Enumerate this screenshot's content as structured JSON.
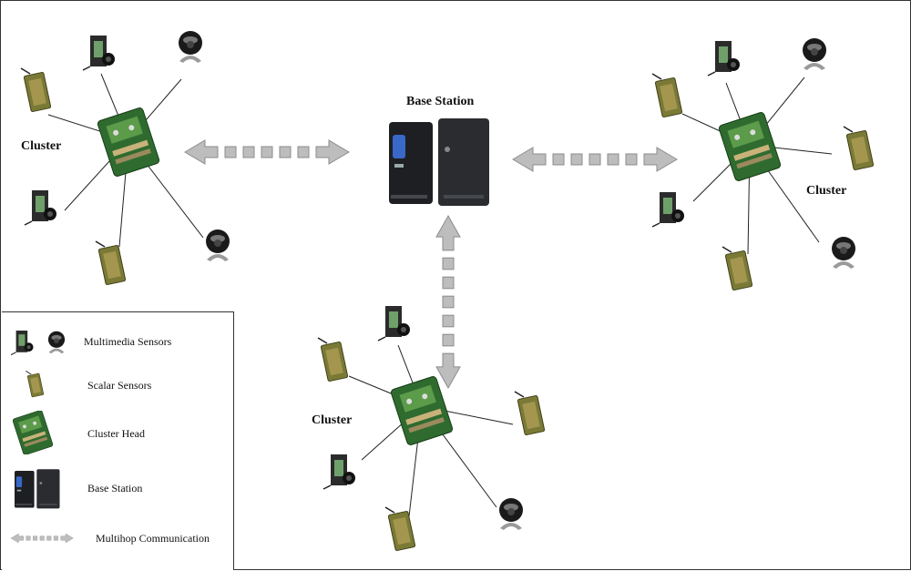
{
  "base_station": {
    "label": "Base Station"
  },
  "clusters": [
    {
      "id": "top-left",
      "label": "Cluster"
    },
    {
      "id": "right",
      "label": "Cluster"
    },
    {
      "id": "bottom",
      "label": "Cluster"
    }
  ],
  "legend": {
    "items": [
      {
        "icon": "multimedia-sensor-icons",
        "label": "Multimedia Sensors"
      },
      {
        "icon": "scalar-sensor-icon",
        "label": "Scalar Sensors"
      },
      {
        "icon": "cluster-head-icon",
        "label": "Cluster Head"
      },
      {
        "icon": "base-station-icon",
        "label": "Base Station"
      },
      {
        "icon": "multihop-arrow-icon",
        "label": "Multihop Communication"
      }
    ]
  },
  "colors": {
    "arrow_fill": "#bdbdbd",
    "arrow_stroke": "#8c8c8c",
    "board_green": "#2f6b2f",
    "sensor_olive": "#7a7a36",
    "server_dark": "#1e1f22"
  }
}
